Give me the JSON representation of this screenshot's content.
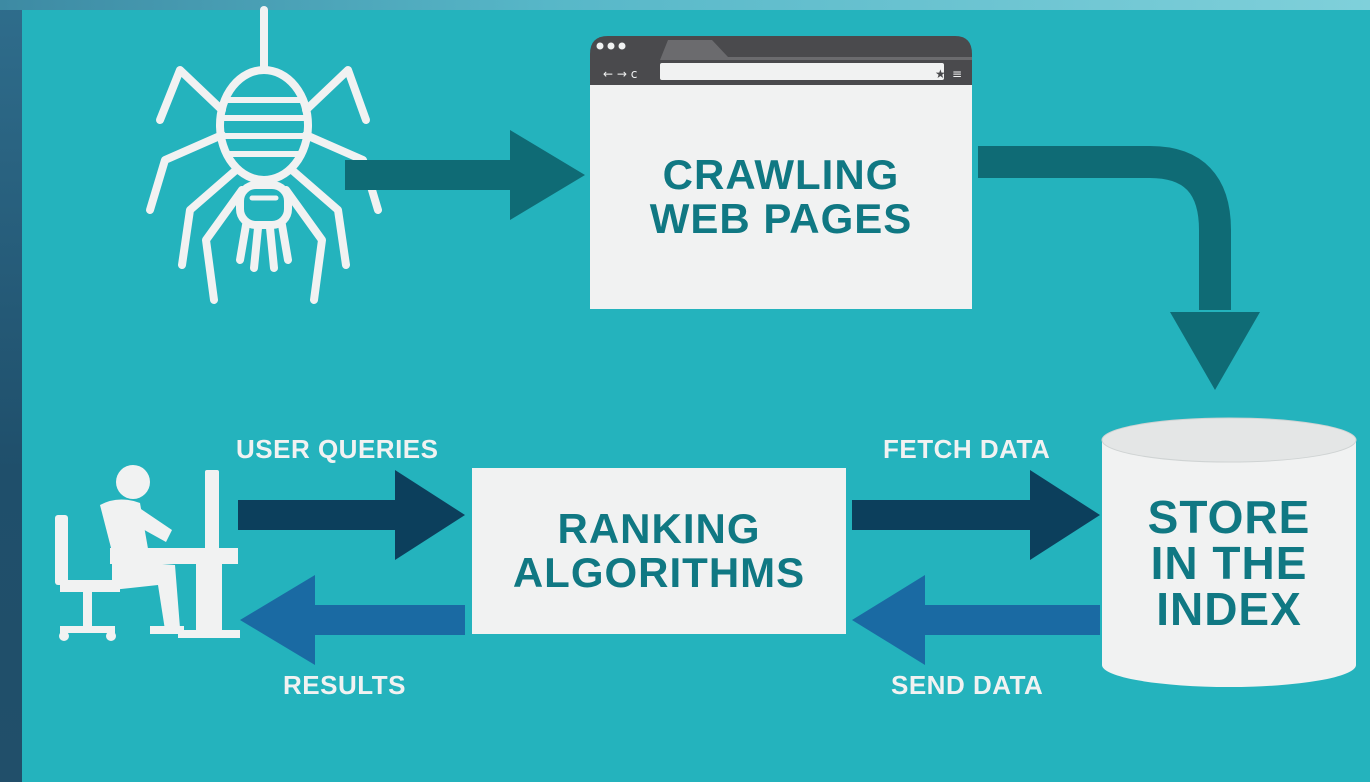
{
  "nodes": {
    "crawling": "CRAWLING\nWEB PAGES",
    "ranking": "RANKING\nALGORITHMS",
    "store": "STORE\nIN THE\nINDEX"
  },
  "labels": {
    "user_queries": "USER QUERIES",
    "results": "RESULTS",
    "fetch_data": "FETCH DATA",
    "send_data": "SEND DATA"
  },
  "icons": {
    "spider": "spider-icon",
    "browser": "browser-window-icon",
    "user": "user-at-computer-icon",
    "database": "database-cylinder-icon"
  },
  "colors": {
    "background": "#24b3bd",
    "box": "#f1f2f2",
    "box_text": "#107883",
    "arrow_teal": "#0f6b75",
    "arrow_navy": "#0c3f5c",
    "arrow_blue": "#1a6aa3",
    "icon_white": "#f1f2f2"
  }
}
